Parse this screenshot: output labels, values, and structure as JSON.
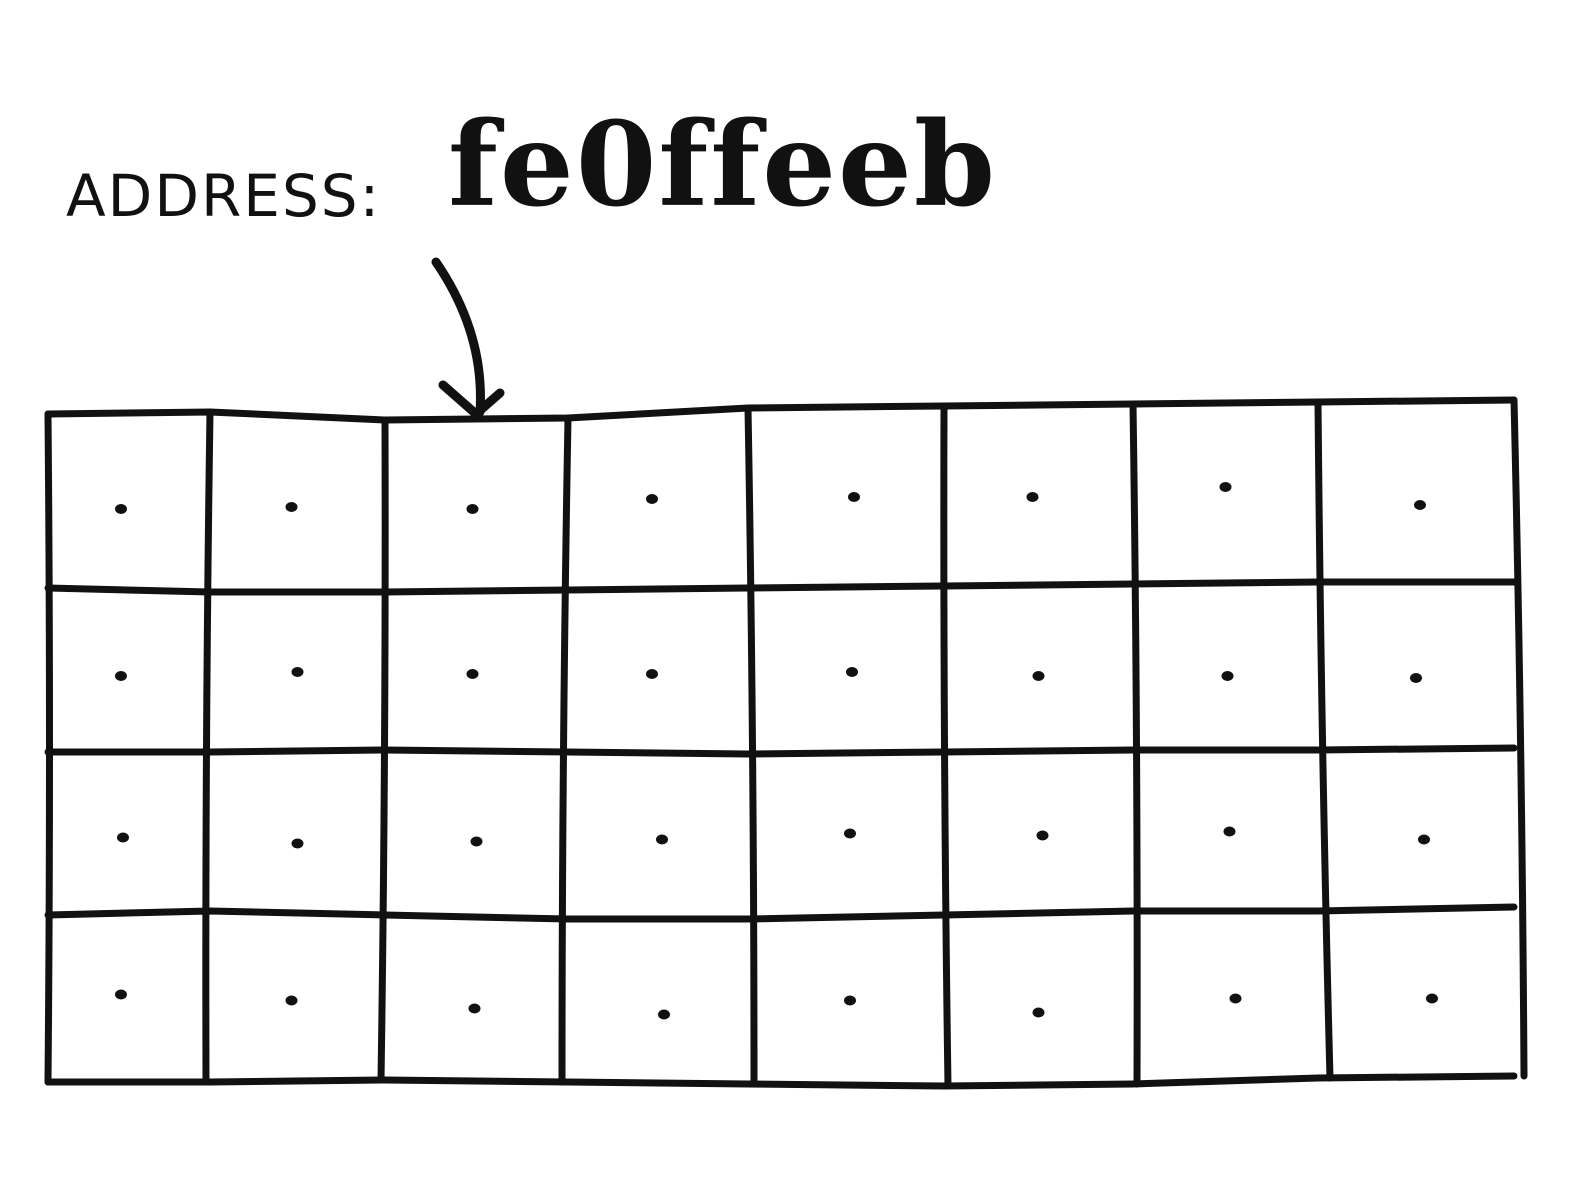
{
  "address": {
    "prefix": "ADDRESS:",
    "value": "fe0ffeeb"
  },
  "memory": {
    "rows": 4,
    "columns": 8
  }
}
